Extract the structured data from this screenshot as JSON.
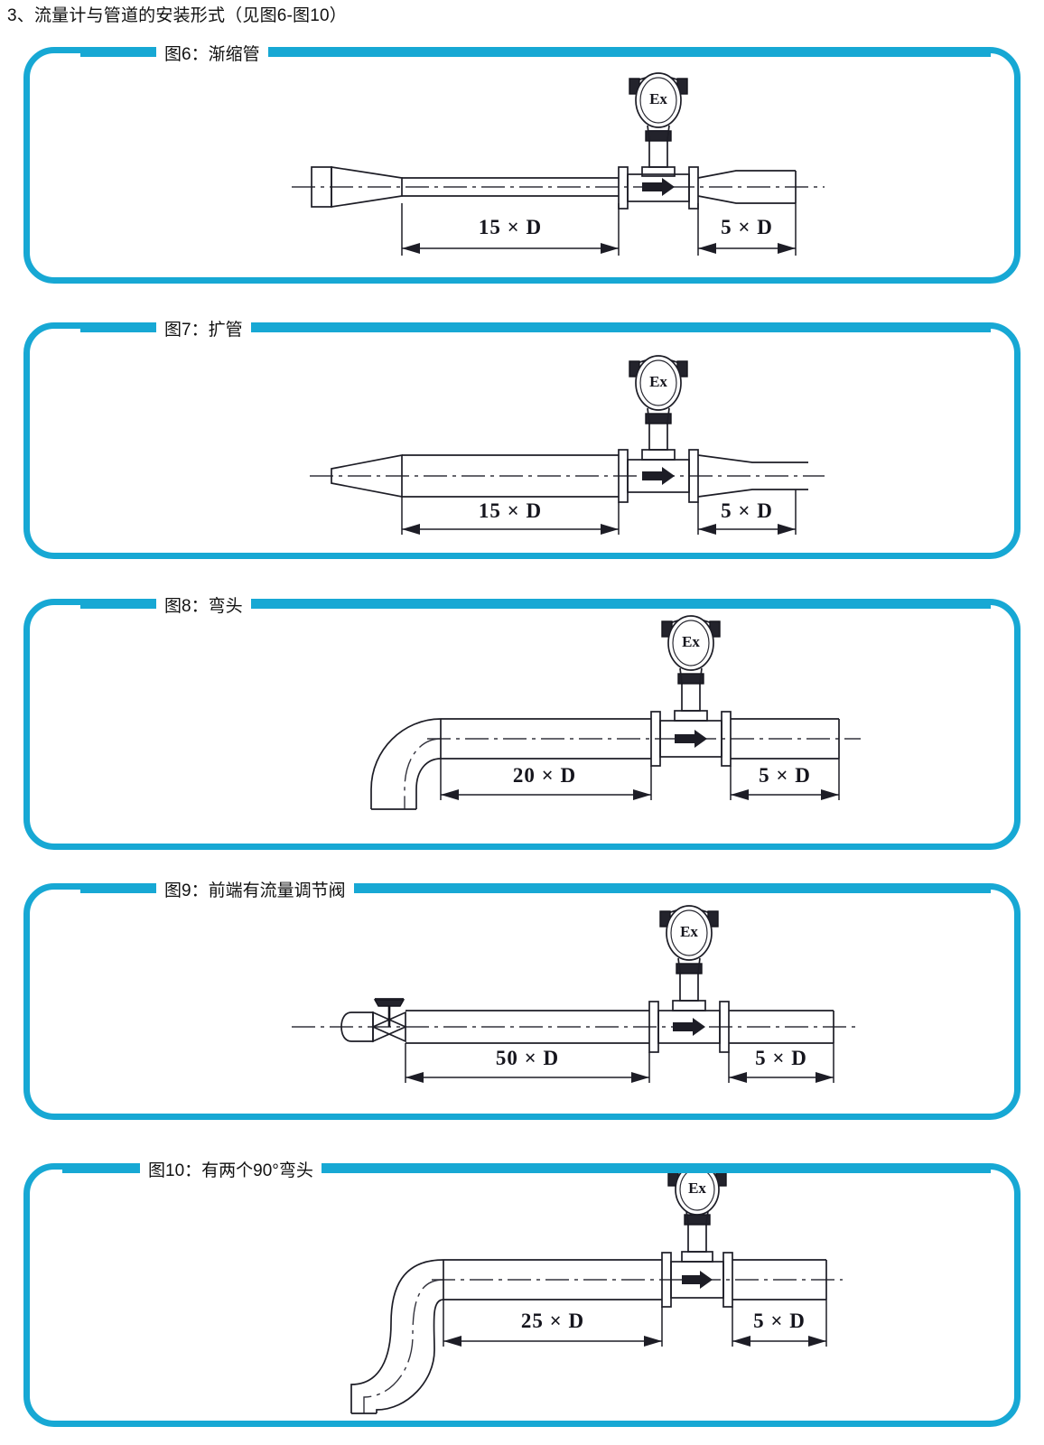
{
  "document": {
    "heading": "3、流量计与管道的安装形式（见图6-图10）",
    "accent_color": "#17a8d4",
    "line_color": "#1d1d26",
    "background": "#ffffff"
  },
  "figures": [
    {
      "id": "fig6",
      "label": "图6：渐缩管",
      "number": "图6",
      "name": "渐缩管",
      "upstream_dim": "15 × D",
      "downstream_dim": "5 × D",
      "meter_marking": "Ex",
      "inlet_type": "reducer",
      "flow_direction": "right"
    },
    {
      "id": "fig7",
      "label": "图7：扩管",
      "number": "图7",
      "name": "扩管",
      "upstream_dim": "15 × D",
      "downstream_dim": "5 × D",
      "meter_marking": "Ex",
      "inlet_type": "expander",
      "flow_direction": "right"
    },
    {
      "id": "fig8",
      "label": "图8：弯头",
      "number": "图8",
      "name": "弯头",
      "upstream_dim": "20 × D",
      "downstream_dim": "5 × D",
      "meter_marking": "Ex",
      "inlet_type": "single-elbow",
      "flow_direction": "right"
    },
    {
      "id": "fig9",
      "label": "图9：前端有流量调节阀",
      "number": "图9",
      "name": "前端有流量调节阀",
      "upstream_dim": "50 × D",
      "downstream_dim": "5 × D",
      "meter_marking": "Ex",
      "inlet_type": "control-valve",
      "flow_direction": "right"
    },
    {
      "id": "fig10",
      "label": "图10：有两个90°弯头",
      "number": "图10",
      "name": "有两个90°弯头",
      "upstream_dim": "25 × D",
      "downstream_dim": "5 × D",
      "meter_marking": "Ex",
      "inlet_type": "double-elbow",
      "flow_direction": "right"
    }
  ]
}
